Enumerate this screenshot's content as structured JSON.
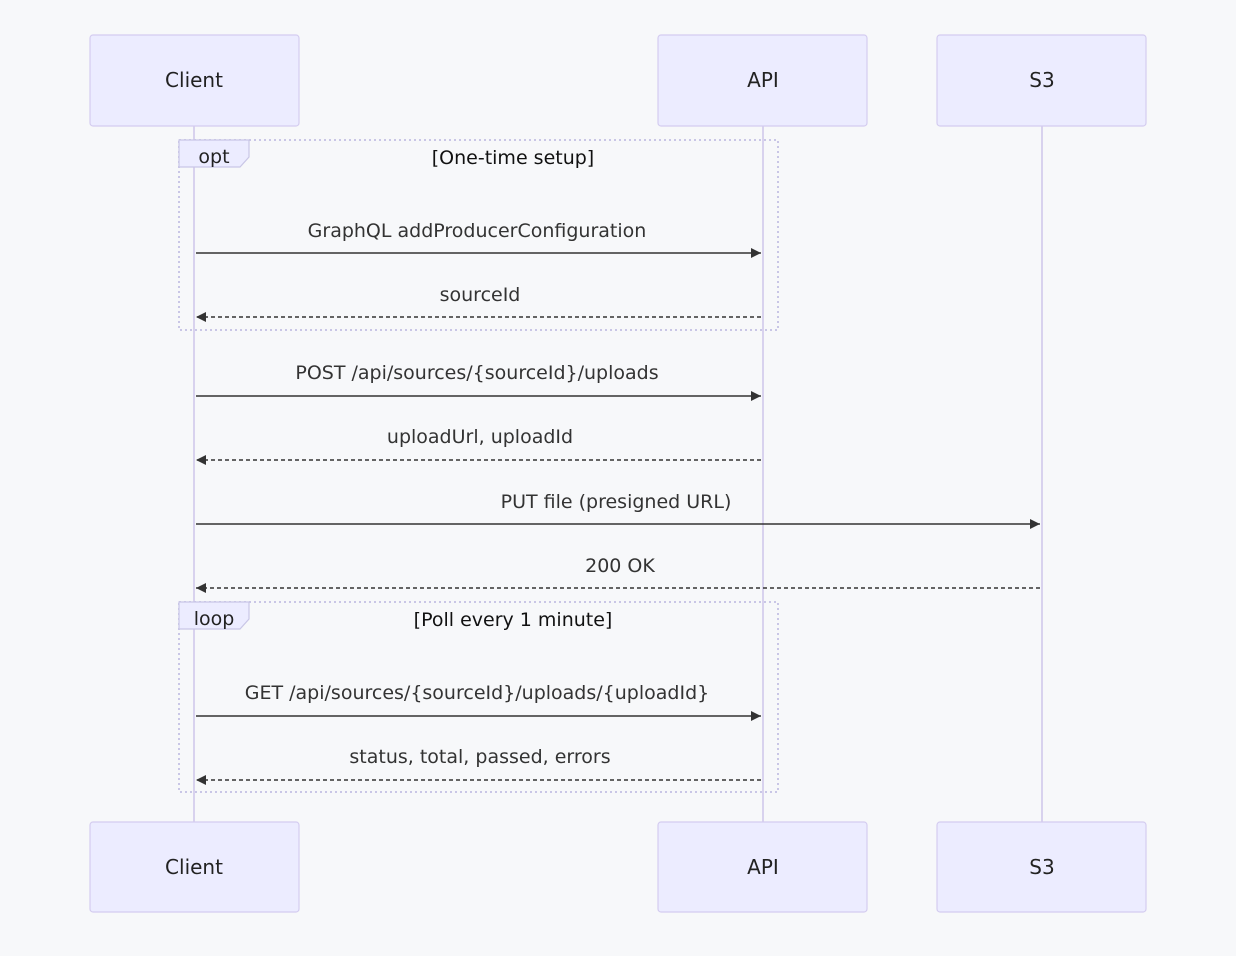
{
  "participants": [
    {
      "id": "client",
      "label": "Client"
    },
    {
      "id": "api",
      "label": "API"
    },
    {
      "id": "s3",
      "label": "S3"
    }
  ],
  "fragments": [
    {
      "kind": "opt",
      "condition": "[One-time setup]"
    },
    {
      "kind": "loop",
      "condition": "[Poll every 1 minute]"
    }
  ],
  "messages": [
    {
      "from": "client",
      "to": "api",
      "style": "solid",
      "label": "GraphQL addProducerConfiguration"
    },
    {
      "from": "api",
      "to": "client",
      "style": "dashed",
      "label": "sourceId"
    },
    {
      "from": "client",
      "to": "api",
      "style": "solid",
      "label": "POST /api/sources/{sourceId}/uploads"
    },
    {
      "from": "api",
      "to": "client",
      "style": "dashed",
      "label": "uploadUrl, uploadId"
    },
    {
      "from": "client",
      "to": "s3",
      "style": "solid",
      "label": "PUT file (presigned URL)"
    },
    {
      "from": "s3",
      "to": "client",
      "style": "dashed",
      "label": "200 OK"
    },
    {
      "from": "client",
      "to": "api",
      "style": "solid",
      "label": "GET /api/sources/{sourceId}/uploads/{uploadId}"
    },
    {
      "from": "api",
      "to": "client",
      "style": "dashed",
      "label": "status, total, passed, errors"
    }
  ]
}
